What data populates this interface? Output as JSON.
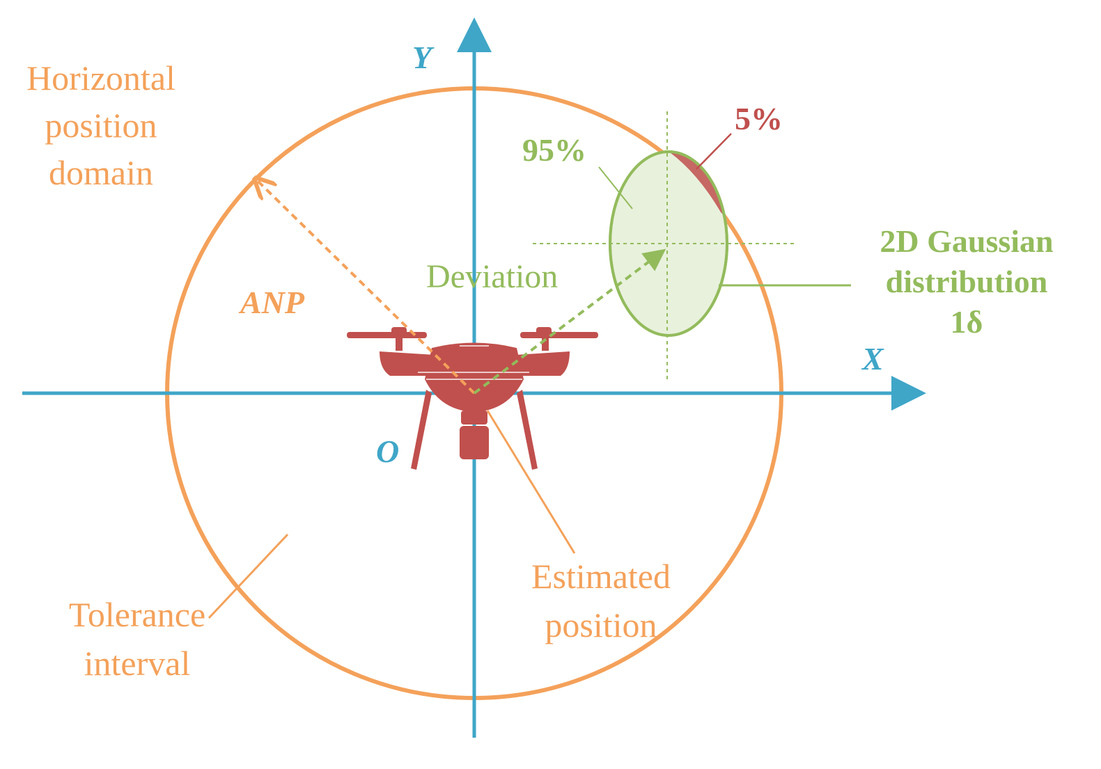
{
  "labels": {
    "domain_line1": "Horizontal",
    "domain_line2": "position",
    "domain_line3": "domain",
    "axis_y": "Y",
    "axis_x": "X",
    "origin": "O",
    "anp": "ANP",
    "deviation": "Deviation",
    "pct_95": "95%",
    "pct_5": "5%",
    "gauss_line1": "2D Gaussian",
    "gauss_line2": "distribution",
    "gauss_line3": "1δ",
    "estimated_line1": "Estimated",
    "estimated_line2": "position",
    "tolerance_line1": "Tolerance",
    "tolerance_line2": "interval"
  },
  "colors": {
    "axis": "#3fa6c8",
    "domain": "#f4a15a",
    "gaussian": "#93bb5c",
    "gaussian_fill": "#e8f1dc",
    "tail": "#c0504d",
    "drone": "#c0504d"
  },
  "icons": {
    "drone": "quadcopter-drone-icon"
  }
}
